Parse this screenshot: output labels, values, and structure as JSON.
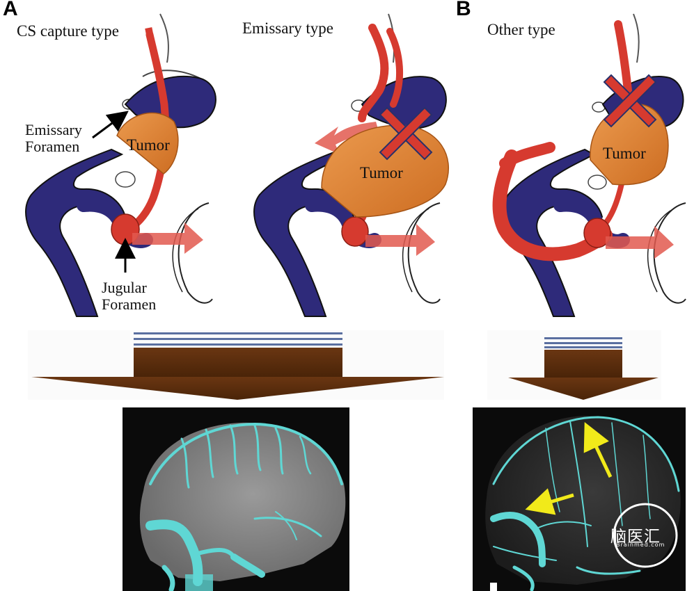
{
  "panels": [
    {
      "letter": "A"
    },
    {
      "letter": "B"
    }
  ],
  "diagrams": [
    {
      "title": "CS capture type",
      "tumor_label": "Tumor",
      "labels": {
        "emissary_foramen": "Emissary Foramen",
        "jugular_foramen": "Jugular Foramen"
      }
    },
    {
      "title": "Emissary type",
      "tumor_label": "Tumor"
    },
    {
      "title": "Other type",
      "tumor_label": "Tumor"
    }
  ],
  "watermark": {
    "text": "脑医汇",
    "subtext": "Brainmed.com"
  },
  "colors": {
    "sinus": "#2e2a7a",
    "vein": "#d63a2f",
    "tumor": "#de8433",
    "arrow_down": "#5a2d0c",
    "scan_vessel": "#5fd7d4",
    "annotation_arrow": "#f1ea1a"
  }
}
